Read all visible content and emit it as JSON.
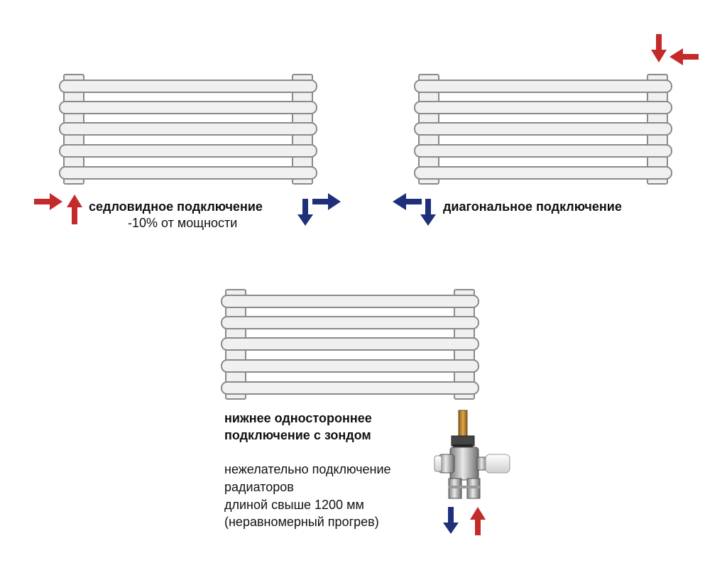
{
  "colors": {
    "supply": "#c42a2a",
    "return": "#1f2f7a",
    "radiator_fill": "#f0f0f0",
    "radiator_stroke": "#8a8a8a"
  },
  "icons": [
    "radiator-icon",
    "arrow-red-icon",
    "arrow-blue-icon",
    "valve-icon"
  ],
  "diagrams": {
    "saddle": {
      "title": "седловидное подключение",
      "note": "-10% от мощности"
    },
    "diagonal": {
      "title": "диагональное подключение"
    },
    "bottom": {
      "title_line1": "нижнее одностороннее",
      "title_line2": "подключение с зондом",
      "note_line1": "нежелательно подключение",
      "note_line2": "радиаторов",
      "note_line3": "длиной свыше 1200 мм",
      "note_line4": "(неравномерный прогрев)"
    }
  }
}
